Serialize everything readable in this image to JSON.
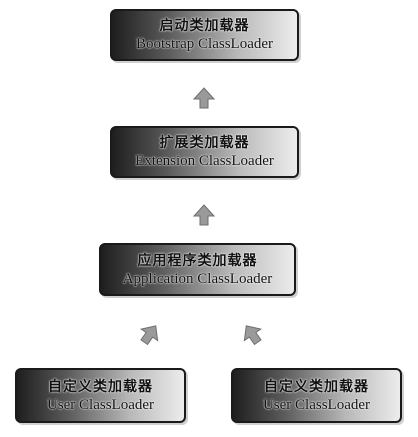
{
  "diagram": {
    "bootstrap": {
      "zh": "启动类加载器",
      "en": "Bootstrap ClassLoader"
    },
    "extension": {
      "zh": "扩展类加载器",
      "en": "Extension ClassLoader"
    },
    "application": {
      "zh": "应用程序类加载器",
      "en": "Application ClassLoader"
    },
    "user_left": {
      "zh": "自定义类加载器",
      "en": "User ClassLoader"
    },
    "user_right": {
      "zh": "自定义类加载器",
      "en": "User ClassLoader"
    }
  }
}
